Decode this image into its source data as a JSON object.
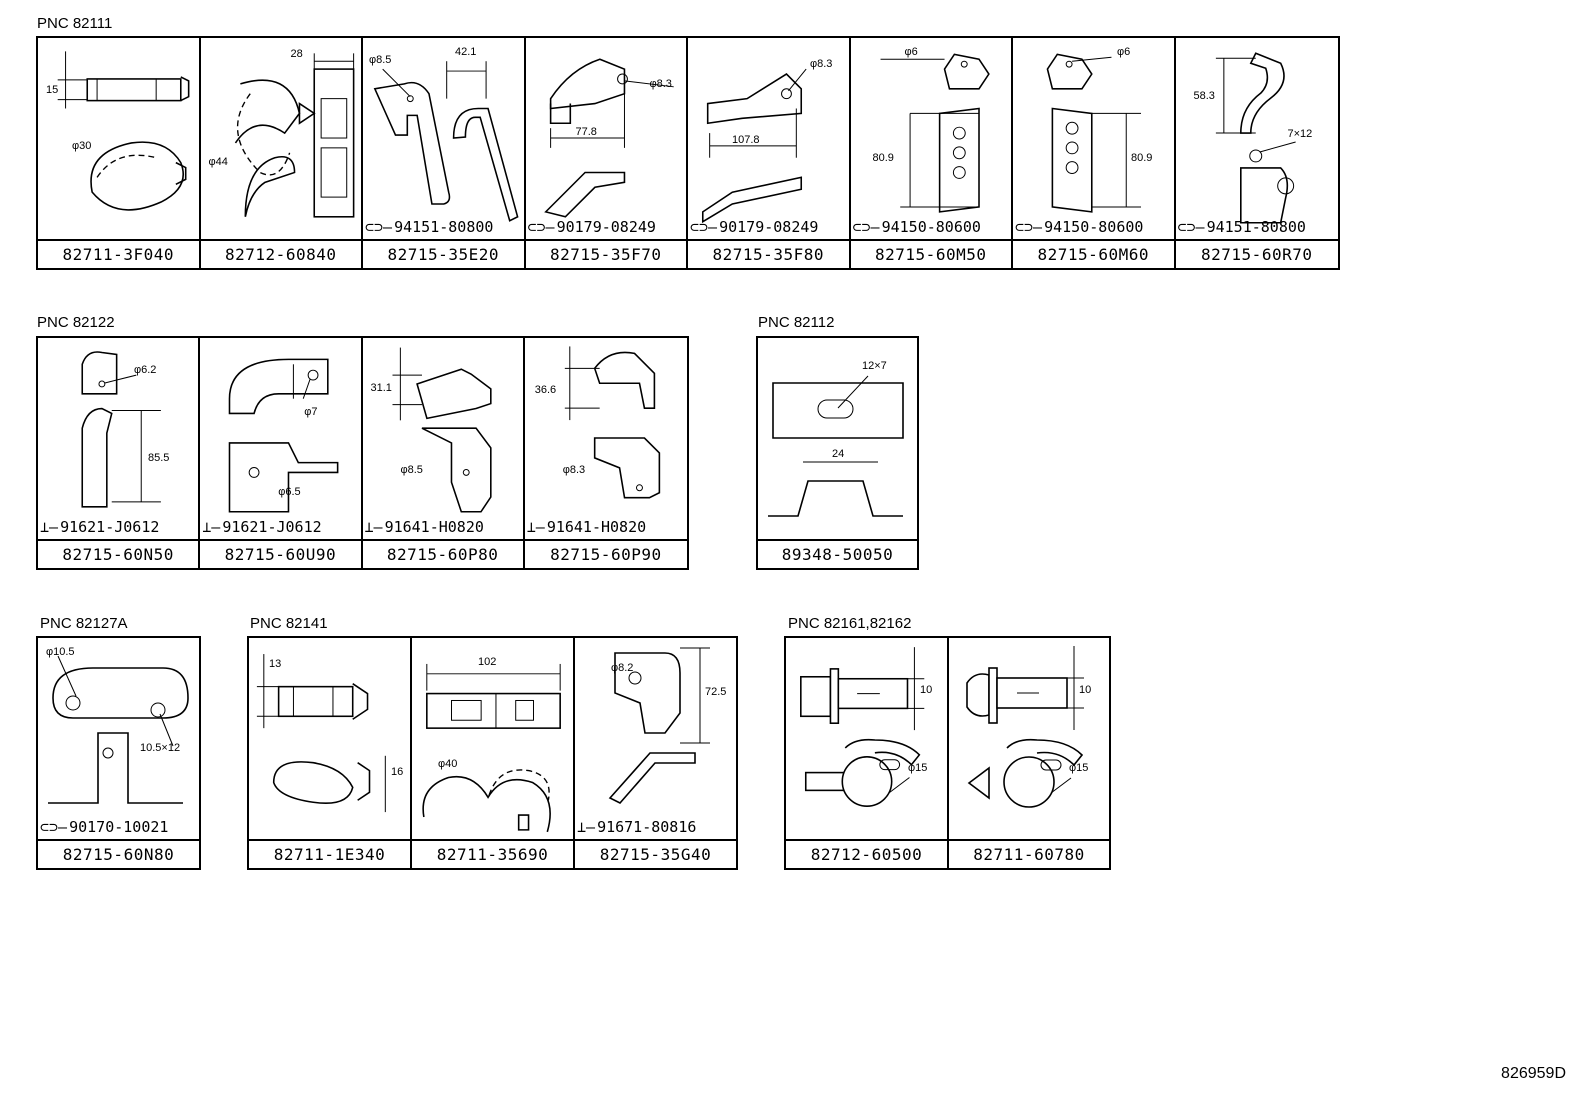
{
  "groups": [
    {
      "pnc": "PNC 82111",
      "cells": [
        {
          "part": "82711-3F040",
          "ref": "",
          "dims": [
            "15",
            "φ30"
          ]
        },
        {
          "part": "82712-60840",
          "ref": "",
          "dims": [
            "28",
            "φ44"
          ]
        },
        {
          "part": "82715-35E20",
          "ref": "94151-80800",
          "dims": [
            "φ8.5",
            "42.1"
          ]
        },
        {
          "part": "82715-35F70",
          "ref": "90179-08249",
          "dims": [
            "φ8.3",
            "77.8"
          ]
        },
        {
          "part": "82715-35F80",
          "ref": "90179-08249",
          "dims": [
            "φ8.3",
            "107.8"
          ]
        },
        {
          "part": "82715-60M50",
          "ref": "94150-80600",
          "dims": [
            "φ6",
            "80.9"
          ]
        },
        {
          "part": "82715-60M60",
          "ref": "94150-80600",
          "dims": [
            "φ6",
            "80.9"
          ]
        },
        {
          "part": "82715-60R70",
          "ref": "94151-80800",
          "dims": [
            "58.3",
            "7×12"
          ]
        }
      ]
    },
    {
      "pnc": "PNC 82122",
      "cells": [
        {
          "part": "82715-60N50",
          "ref": "91621-J0612",
          "dims": [
            "φ6.2",
            "85.5"
          ]
        },
        {
          "part": "82715-60U90",
          "ref": "91621-J0612",
          "dims": [
            "φ7",
            "φ6.5"
          ]
        },
        {
          "part": "82715-60P80",
          "ref": "91641-H0820",
          "dims": [
            "31.1",
            "φ8.5"
          ]
        },
        {
          "part": "82715-60P90",
          "ref": "91641-H0820",
          "dims": [
            "36.6",
            "φ8.3"
          ]
        }
      ]
    },
    {
      "pnc": "PNC 82112",
      "cells": [
        {
          "part": "89348-50050",
          "ref": "",
          "dims": [
            "12×7",
            "24"
          ]
        }
      ]
    },
    {
      "pnc": "PNC 82127A",
      "cells": [
        {
          "part": "82715-60N80",
          "ref": "90170-10021",
          "dims": [
            "φ10.5",
            "10.5×12"
          ]
        }
      ]
    },
    {
      "pnc": "PNC 82141",
      "cells": [
        {
          "part": "82711-1E340",
          "ref": "",
          "dims": [
            "13",
            "16"
          ]
        },
        {
          "part": "82711-35690",
          "ref": "",
          "dims": [
            "102",
            "φ40"
          ]
        },
        {
          "part": "82715-35G40",
          "ref": "91671-80816",
          "dims": [
            "φ8.2",
            "72.5"
          ]
        }
      ]
    },
    {
      "pnc": "PNC 82161,82162",
      "cells": [
        {
          "part": "82712-60500",
          "ref": "",
          "dims": [
            "10",
            "φ15"
          ]
        },
        {
          "part": "82711-60780",
          "ref": "",
          "dims": [
            "10",
            "φ15"
          ]
        }
      ]
    }
  ],
  "drawing_number": "826959D"
}
